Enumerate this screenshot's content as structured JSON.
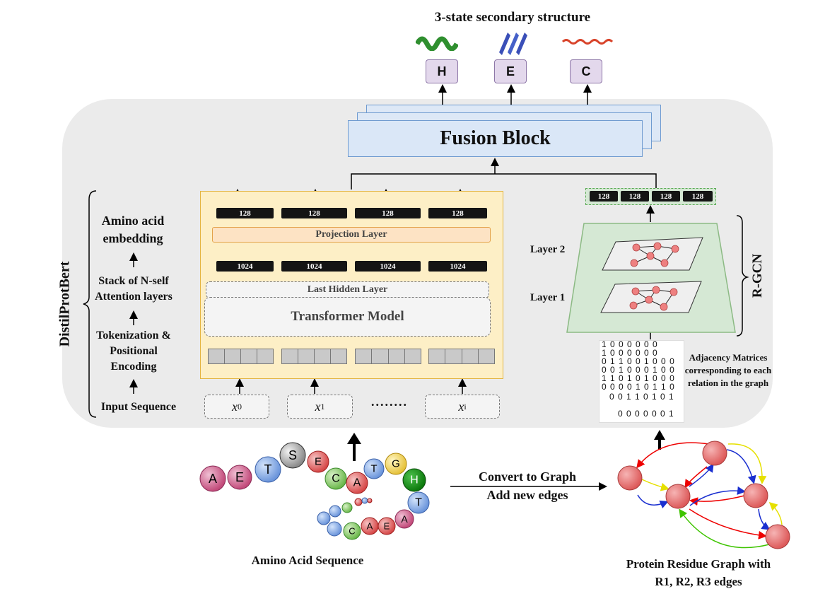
{
  "title": "3-state secondary structure",
  "ss_states": [
    "H",
    "E",
    "C"
  ],
  "fusion_label": "Fusion Block",
  "bert_side_label": "DistilProtBert",
  "rgcn_side_label": "R-GCN",
  "left_stages": {
    "embedding": "Amino acid embedding",
    "attention": "Stack of N-self Attention layers",
    "tokenization": "Tokenization & Positional Encoding",
    "input": "Input Sequence"
  },
  "bert": {
    "embed_dim": "128",
    "hidden_dim": "1024",
    "projection_label": "Projection Layer",
    "last_hidden_label": "Last Hidden Layer",
    "transformer_label": "Transformer Model",
    "inputs": [
      "x",
      "x",
      "x"
    ],
    "input_subscripts": [
      "0",
      "1",
      "i"
    ],
    "ellipsis": "........"
  },
  "rgcn": {
    "outputs": [
      "128",
      "128",
      "128",
      "128"
    ],
    "layer2": "Layer 2",
    "layer1": "Layer 1",
    "adjacency_caption": "Adjacency Matrices corresponding to each relation in the graph",
    "adjacency_rows": [
      "1 0 0 0 0 0 0",
      "1 0 0 0 0 0 0",
      "0 1 1 0 0 1 0 0 0",
      "0 0 1 0 0 0 1 0 0",
      "1 1 0 1 0 1 0 0 0",
      "0 0 0 0 1 0 1 1 0",
      "0 0 1 1 0 1 0 1",
      "0 0 0 0 0 0 1"
    ]
  },
  "amino_beads": [
    "A",
    "E",
    "T",
    "S",
    "E",
    "C",
    "A",
    "T",
    "G",
    "H",
    "T",
    "A",
    "E",
    "A",
    "C"
  ],
  "convert_label": {
    "line1": "Convert to Graph",
    "line2": "Add new edges"
  },
  "captions": {
    "sequence": "Amino Acid Sequence",
    "graph_line1": "Protein Residue Graph with",
    "graph_line2": "R1, R2, R3 edges"
  },
  "colors": {
    "bert_bg": "#fdefc6",
    "fusion_bg": "#dae7f7",
    "rgcn_bg": "#d5e8d4",
    "panel_bg": "#ebebeb",
    "ss_box": "#e3d8ec",
    "node": "#e57a7a"
  }
}
